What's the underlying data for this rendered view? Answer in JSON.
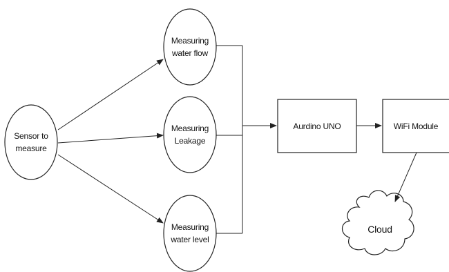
{
  "diagram": {
    "nodes": {
      "sensor": {
        "label": "Sensor to\nmeasure"
      },
      "flow": {
        "label": "Measuring\nwater flow"
      },
      "leakage": {
        "label": "Measuring\nLeakage"
      },
      "level": {
        "label": "Measuring\nwater level"
      },
      "arduino": {
        "label": "Aurdino UNO"
      },
      "wifi": {
        "label": "WiFi Module"
      },
      "cloud": {
        "label": "Cloud"
      }
    },
    "edges": [
      {
        "from": "sensor",
        "to": "flow"
      },
      {
        "from": "sensor",
        "to": "leakage"
      },
      {
        "from": "sensor",
        "to": "level"
      },
      {
        "from": "flow",
        "to": "arduino"
      },
      {
        "from": "leakage",
        "to": "arduino"
      },
      {
        "from": "level",
        "to": "arduino"
      },
      {
        "from": "arduino",
        "to": "wifi"
      },
      {
        "from": "wifi",
        "to": "cloud"
      }
    ],
    "colors": {
      "stroke": "#222222",
      "fill": "#ffffff",
      "text": "#111111"
    }
  }
}
